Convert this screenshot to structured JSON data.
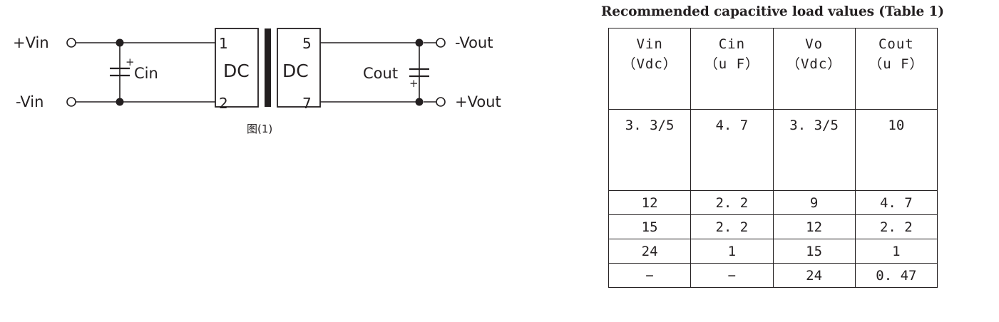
{
  "diagram": {
    "caption": "图(1)",
    "input_terminals": [
      {
        "label": "+Vin"
      },
      {
        "label": "-Vin"
      }
    ],
    "output_terminals": [
      {
        "label": "-Vout"
      },
      {
        "label": "+Vout"
      }
    ],
    "capacitors": [
      {
        "label": "Cin",
        "polarity": "+"
      },
      {
        "label": "Cout",
        "polarity": "+"
      }
    ],
    "blocks": [
      {
        "label": "DC",
        "pins": [
          "1",
          "2"
        ]
      },
      {
        "label": "DC",
        "pins": [
          "5",
          "7"
        ]
      }
    ],
    "line_color": "#231f20"
  },
  "table_section": {
    "title": "Recommended capacitive load values (Table 1)",
    "columns": [
      {
        "name": "Vin",
        "unit": "（Vdc）"
      },
      {
        "name": "Cin",
        "unit": "（u F）"
      },
      {
        "name": "Vo",
        "unit": "（Vdc）"
      },
      {
        "name": "Cout",
        "unit": "（u F）"
      }
    ],
    "rows": [
      [
        "3. 3/5",
        "4. 7",
        "3. 3/5",
        "10"
      ],
      [
        "12",
        "2. 2",
        "9",
        "4. 7"
      ],
      [
        "15",
        "2. 2",
        "12",
        "2. 2"
      ],
      [
        "24",
        "1",
        "15",
        "1"
      ],
      [
        "−",
        "−",
        "24",
        "0. 47"
      ]
    ]
  }
}
